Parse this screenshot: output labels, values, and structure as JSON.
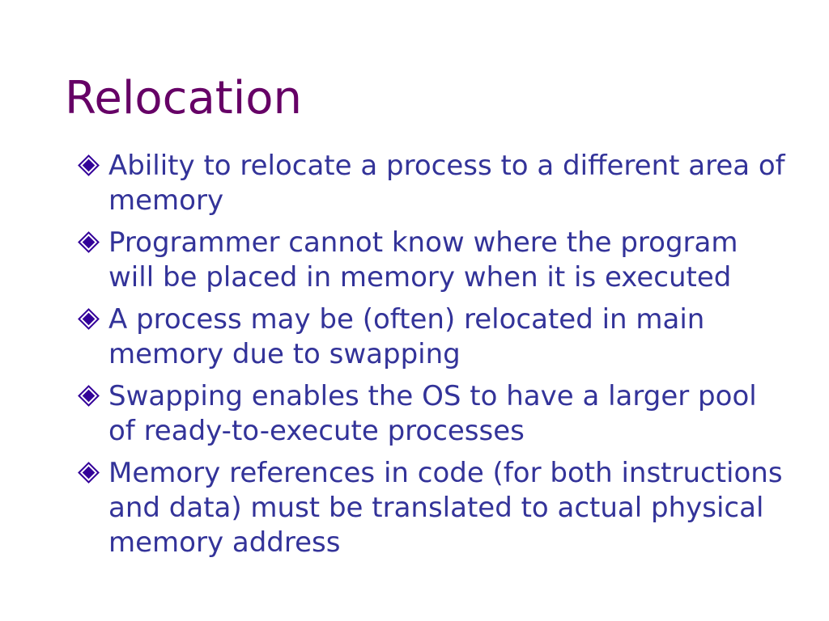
{
  "slide": {
    "title": "Relocation",
    "bullet_icon": "diamond-bullet-icon",
    "colors": {
      "title": "#660066",
      "text": "#333399",
      "bullet": "#330099"
    },
    "bullets": [
      "Ability to relocate a process to a different area of memory",
      "Programmer cannot know where the program will be placed in memory when it is executed",
      "A process may be (often) relocated in main memory due to swapping",
      "Swapping enables the OS to have a larger pool of ready-to-execute processes",
      "Memory references in code (for both instructions and data) must be translated to actual physical memory address"
    ]
  }
}
